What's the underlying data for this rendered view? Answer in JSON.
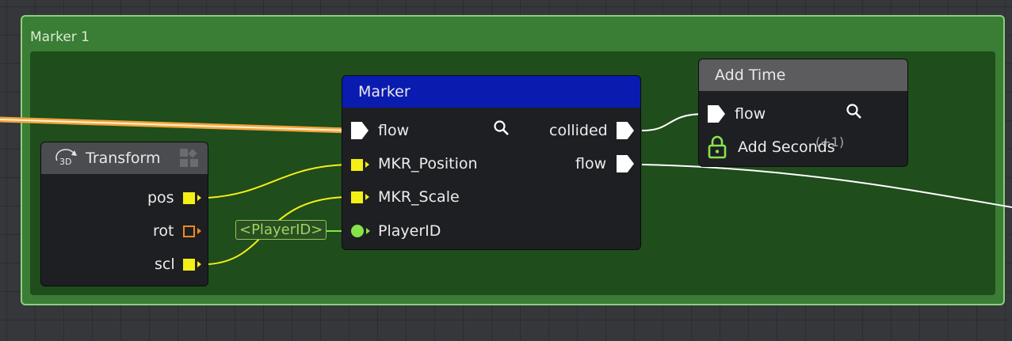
{
  "group": {
    "title": "Marker 1"
  },
  "transform_node": {
    "title": "Transform",
    "icon": "3d-rotate-icon",
    "badge_icon": "shapes-icon",
    "outputs": [
      "pos",
      "rot",
      "scl"
    ]
  },
  "marker_node": {
    "title": "Marker",
    "header_color": "#0a1bb0",
    "inputs": [
      "flow",
      "MKR_Position",
      "MKR_Scale",
      "PlayerID"
    ],
    "outputs": [
      "collided",
      "flow"
    ]
  },
  "addtime_node": {
    "title": "Add Time",
    "header_color": "#5c5c5e",
    "input_flow": "flow",
    "param_label": "Add Seconds",
    "param_value": "(+1)"
  },
  "playerid_tag": "<PlayerID>",
  "colors": {
    "group_bg": "#3a7d34",
    "group_border": "#8cd07f",
    "pin_yellow": "#f5ef16",
    "pin_orange": "#f08a1d",
    "pin_green": "#86e44b",
    "wire_flow": "#ffffff",
    "wire_selected": "#f2a33a"
  }
}
